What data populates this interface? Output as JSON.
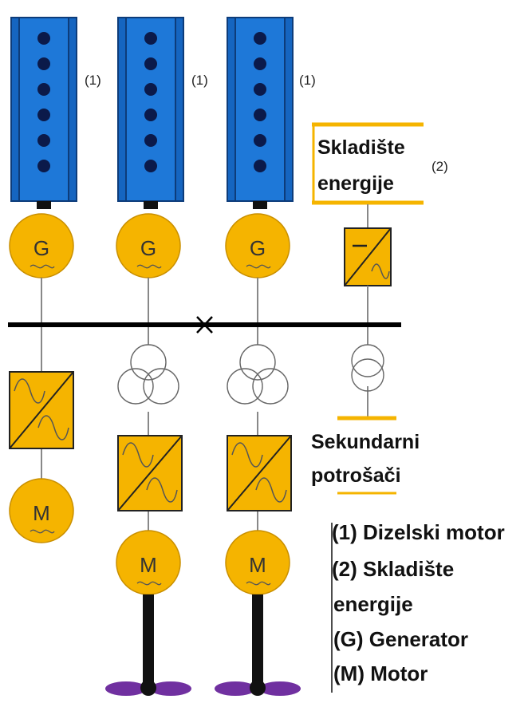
{
  "units": {
    "engine_marker": "(1)",
    "storage_marker": "(2)",
    "generator_letter": "G",
    "motor_letter": "M"
  },
  "storage": {
    "line1": "Skladište",
    "line2": "energije"
  },
  "secondary": {
    "line1": "Sekundarni",
    "line2": "potrošači"
  },
  "legend": [
    "(1) Dizelski motor",
    "(2) Skladište",
    "energije",
    "(G) Generator",
    "(M) Motor"
  ],
  "colors": {
    "engine_blue": "#1565c0",
    "engine_dot": "#0b1a4a",
    "component_yellow": "#f5b400",
    "propeller_purple": "#7030a0",
    "bus_black": "#000000"
  }
}
